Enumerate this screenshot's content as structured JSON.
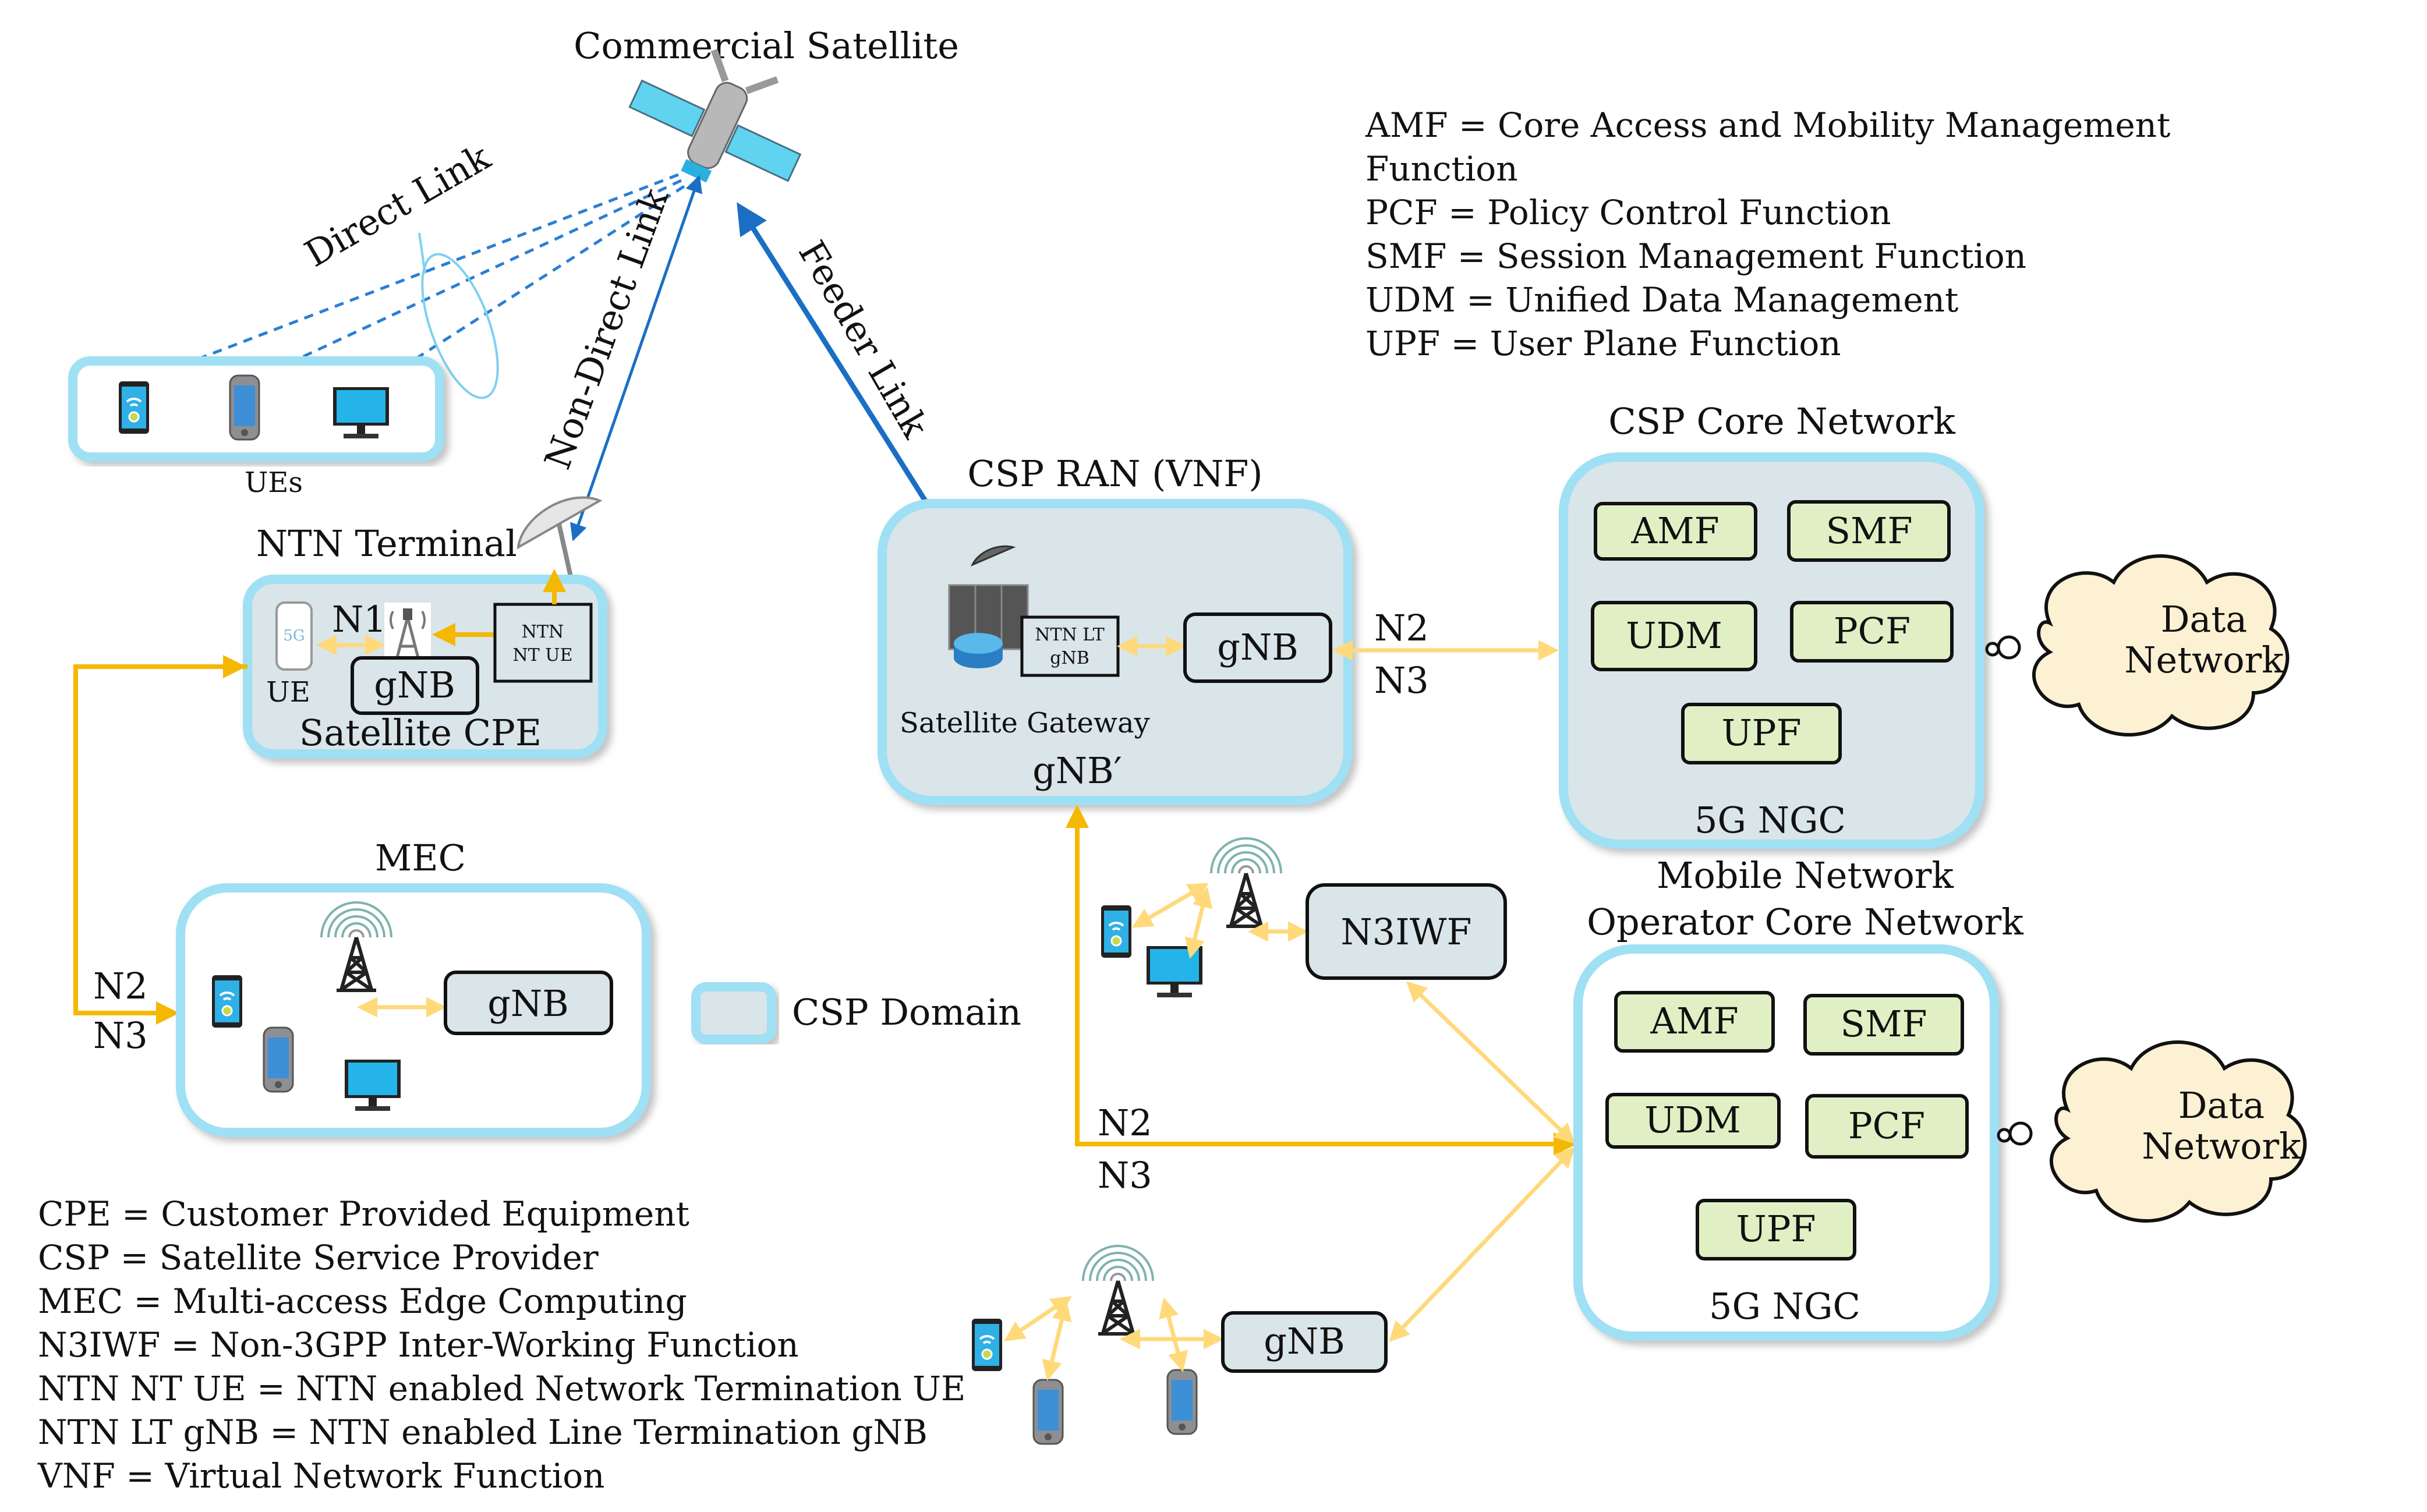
{
  "satellite": {
    "label": "Commercial Satellite"
  },
  "links": {
    "direct": "Direct Link",
    "non_direct": "Non-Direct Link",
    "feeder": "Feeder Link"
  },
  "ues_group": {
    "label": "UEs"
  },
  "ntn_terminal": {
    "label": "NTN Terminal"
  },
  "satellite_cpe": {
    "label": "Satellite CPE",
    "ue": "UE",
    "n1": "N1",
    "gnb": "gNB",
    "ntn_nt_ue_line1": "NTN",
    "ntn_nt_ue_line2": "NT UE"
  },
  "csp_ran": {
    "title": "CSP RAN (VNF)",
    "ntn_lt_line1": "NTN LT",
    "ntn_lt_line2": "gNB",
    "gnb": "gNB",
    "gateway": "Satellite Gateway",
    "gnb_prime": "gNB′"
  },
  "interfaces": {
    "n2": "N2",
    "n3": "N3"
  },
  "csp_core": {
    "title": "CSP Core Network",
    "functions": [
      "AMF",
      "SMF",
      "UDM",
      "PCF",
      "UPF"
    ],
    "footer": "5G NGC"
  },
  "mno_core": {
    "title_line1": "Mobile Network",
    "title_line2": "Operator Core Network",
    "functions": [
      "AMF",
      "SMF",
      "UDM",
      "PCF",
      "UPF"
    ],
    "footer": "5G NGC"
  },
  "data_network": {
    "line1": "Data",
    "line2": "Network"
  },
  "mec": {
    "title": "MEC",
    "gnb": "gNB"
  },
  "n3iwf": {
    "label": "N3IWF"
  },
  "bottom_gnb": {
    "label": "gNB"
  },
  "legend": {
    "csp_domain": "CSP Domain"
  },
  "abbrev_top": [
    "AMF = Core Access and Mobility Management",
    "Function",
    "PCF = Policy Control Function",
    "SMF = Session Management Function",
    "UDM = Unified Data Management",
    "UPF = User Plane Function"
  ],
  "abbrev_bottom": [
    "CPE = Customer Provided  Equipment",
    "CSP = Satellite Service Provider",
    "MEC = Multi-access Edge Computing",
    "N3IWF = Non-3GPP Inter-Working Function",
    "NTN NT UE = NTN enabled Network Termination UE",
    "NTN LT gNB = NTN enabled Line Termination gNB",
    "VNF = Virtual Network Function"
  ],
  "colors": {
    "domain_border": "#9fe0f5",
    "domain_fill": "#d9e5e8",
    "nf_fill": "#e0f0c4",
    "interface_line": "#f5b800",
    "radio_link": "#ffd97a",
    "satellite_link": "#1a6fc4",
    "cloud_fill": "#fdf1d4"
  }
}
